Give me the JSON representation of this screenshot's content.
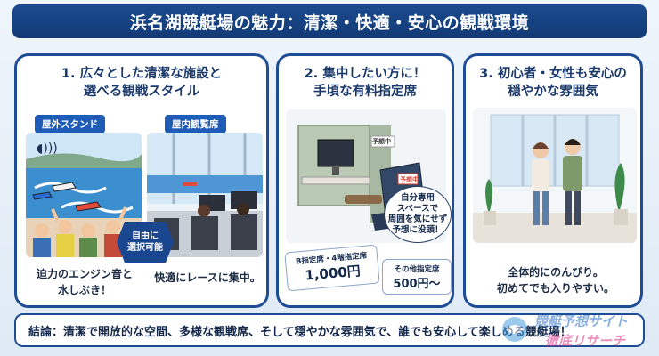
{
  "title": "浜名湖競艇場の魅力：清潔・快適・安心の観戦環境",
  "panels": [
    {
      "title_line1": "1. 広々とした清潔な施設と",
      "title_line2": "選べる観戦スタイル",
      "tag_outdoor": "屋外スタンド",
      "tag_indoor": "屋内観覧席",
      "arrow_line1": "自由に",
      "arrow_line2": "選択可能",
      "caption_left_line1": "迫力のエンジン音と",
      "caption_left_line2": "水しぶき！",
      "caption_right": "快適にレースに集中。"
    },
    {
      "title_line1": "2. 集中したい方に！",
      "title_line2": "手頃な有料指定席",
      "reserved_sign": "予想中",
      "seat_sign": "予想中",
      "bubble_line1": "自分専用",
      "bubble_line2": "スペースで",
      "bubble_line3": "周囲を気にせず",
      "bubble_line4": "予想に没頭！",
      "price1_label": "B指定席・4階指定席",
      "price1_value": "1,000円",
      "price2_label": "その他指定席",
      "price2_value": "500円〜"
    },
    {
      "title_line1": "3. 初心者・女性も安心の",
      "title_line2": "穏やかな雰囲気",
      "caption_line1": "全体的にのんびり。",
      "caption_line2": "初めてでも入りやすい。"
    }
  ],
  "conclusion": "結論：清潔で開放的な空間、多様な観戦席、そして穏やかな雰囲気で、誰でも安心して楽しめる競艇場！",
  "watermark_line1": "競艇予想サイト",
  "watermark_line2": "徹底リサーチ",
  "colors": {
    "navy": "#1e4d95",
    "title_bg": "#123a75",
    "tag_blue": "#1e5cb8",
    "accent_red": "#d83a2e"
  }
}
